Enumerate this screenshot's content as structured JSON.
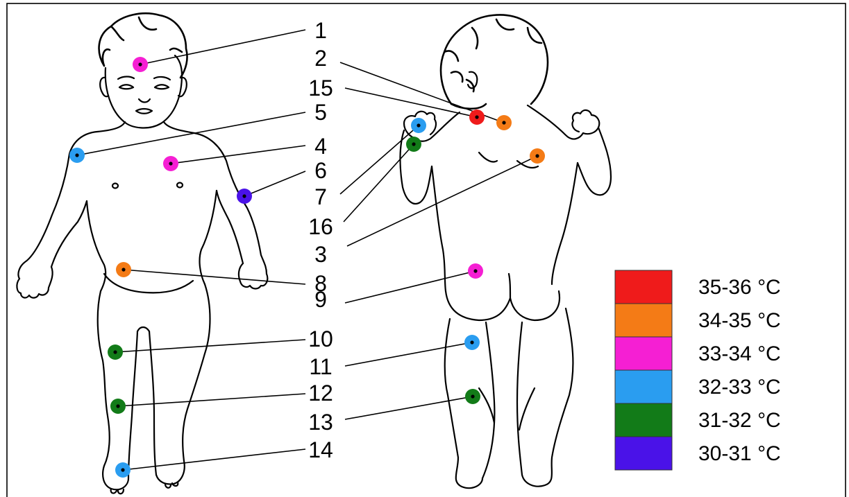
{
  "legend": [
    {
      "label": "35-36 °C",
      "color": "#ef1b1b"
    },
    {
      "label": "34-35 °C",
      "color": "#f47b16"
    },
    {
      "label": "33-34 °C",
      "color": "#f51fd3"
    },
    {
      "label": "32-33 °C",
      "color": "#2a9df0"
    },
    {
      "label": "31-32 °C",
      "color": "#127b18"
    },
    {
      "label": "30-31 °C",
      "color": "#4a12e8"
    }
  ],
  "points": [
    {
      "id": "1",
      "range": "33-34 °C"
    },
    {
      "id": "2",
      "range": "34-35 °C"
    },
    {
      "id": "3",
      "range": "34-35 °C"
    },
    {
      "id": "4",
      "range": "33-34 °C"
    },
    {
      "id": "5",
      "range": "32-33 °C"
    },
    {
      "id": "6",
      "range": "30-31 °C"
    },
    {
      "id": "7",
      "range": "32-33 °C"
    },
    {
      "id": "8",
      "range": "34-35 °C"
    },
    {
      "id": "9",
      "range": "33-34 °C"
    },
    {
      "id": "10",
      "range": "31-32 °C"
    },
    {
      "id": "11",
      "range": "32-33 °C"
    },
    {
      "id": "12",
      "range": "31-32 °C"
    },
    {
      "id": "13",
      "range": "31-32 °C"
    },
    {
      "id": "14",
      "range": "32-33 °C"
    },
    {
      "id": "15",
      "range": "35-36 °C"
    },
    {
      "id": "16",
      "range": "31-32 °C"
    }
  ]
}
